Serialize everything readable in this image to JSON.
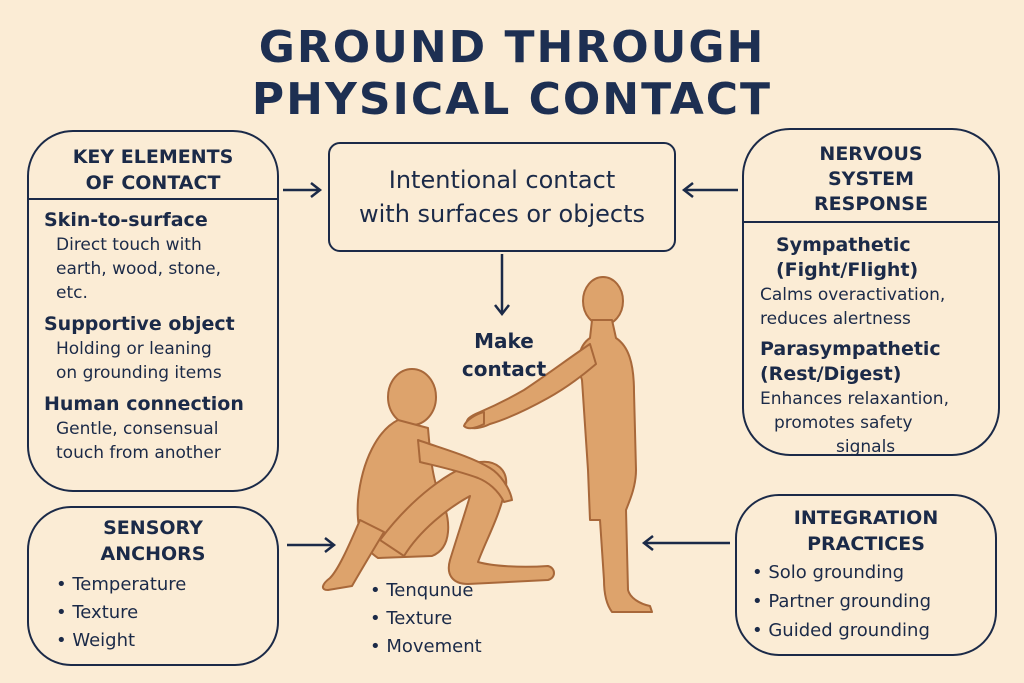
{
  "title": [
    "GROUND THROUGH",
    "PHYSICAL CONTACT"
  ],
  "key_elements": {
    "heading": [
      "KEY ELEMENTS",
      "OF CONTACT"
    ],
    "items": [
      {
        "title": "Skin-to-surface",
        "desc": [
          "Direct touch with",
          "earth, wood, stone,",
          "etc."
        ]
      },
      {
        "title": "Supportive object",
        "desc": [
          "Holding or leaning",
          "on grounding items"
        ]
      },
      {
        "title": "Human connection",
        "desc": [
          "Gentle, consensual",
          "touch from another"
        ]
      }
    ]
  },
  "center": {
    "text": [
      "Intentional contact",
      "with surfaces or objects"
    ],
    "make_contact": [
      "Make",
      "contact"
    ]
  },
  "nervous_system": {
    "heading": [
      "NERVOUS",
      "SYSTEM",
      "RESPONSE"
    ],
    "items": [
      {
        "title": [
          "Sympathetic",
          "(Fight/Flight)"
        ],
        "desc": [
          "Calms overactivation,",
          "reduces alertness"
        ]
      },
      {
        "title": [
          "Parasympathetic",
          "(Rest/Digest)"
        ],
        "desc": [
          "Enhances relaxantion,",
          "promotes safety",
          "signals"
        ]
      }
    ]
  },
  "sensory_anchors": {
    "heading": [
      "SENSORY",
      "ANCHORS"
    ],
    "items": [
      "Temperature",
      "Texture",
      "Weight"
    ]
  },
  "integration": {
    "heading": [
      "INTEGRATION",
      "PRACTICES"
    ],
    "items": [
      "Solo grounding",
      "Partner grounding",
      "Guided grounding"
    ]
  },
  "bottom_list": [
    "Tenqunue",
    "Texture",
    "Movement"
  ],
  "colors": {
    "background": "#fbecd5",
    "ink": "#1b2a48",
    "figure_fill": "#dda36c",
    "figure_stroke": "#a8683a"
  },
  "icons": [
    "seated-figure",
    "standing-figure",
    "arrow-right",
    "arrow-left",
    "arrow-down"
  ]
}
